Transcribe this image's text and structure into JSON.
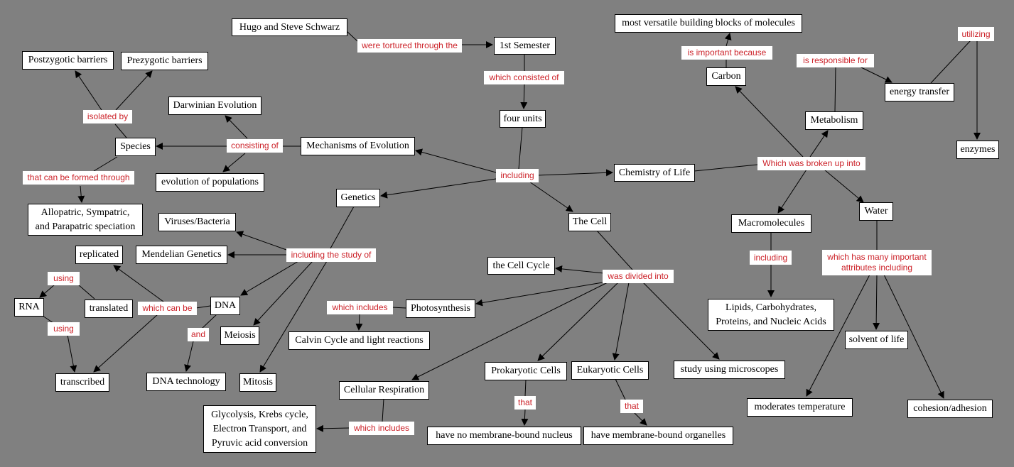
{
  "colors": {
    "background": "#808080",
    "concept_bg": "#ffffff",
    "link_text": "#cc2229"
  },
  "concepts": {
    "hugo": "Hugo and Steve Schwarz",
    "semester": "1st Semester",
    "four_units": "four units",
    "postzygotic": "Postzygotic barriers",
    "prezygotic": "Prezygotic barriers",
    "darwinian": "Darwinian Evolution",
    "species": "Species",
    "mechanisms": "Mechanisms of Evolution",
    "evolution_pop": "evolution of populations",
    "speciation": "Allopatric, Sympatric,\nand Parapatric speciation",
    "genetics": "Genetics",
    "viruses": "Viruses/Bacteria",
    "mendelian": "Mendelian Genetics",
    "replicated": "replicated",
    "rna": "RNA",
    "translated": "translated",
    "dna": "DNA",
    "meiosis": "Meiosis",
    "transcribed": "transcribed",
    "dna_tech": "DNA technology",
    "mitosis": "Mitosis",
    "chemistry": "Chemistry of Life",
    "cell": "The Cell",
    "cell_cycle": "the Cell Cycle",
    "photosynthesis": "Photosynthesis",
    "calvin": "Calvin Cycle and light reactions",
    "respiration": "Cellular Respiration",
    "glycolysis": "Glycolysis, Krebs cycle,\nElectron Transport, and\nPyruvic acid conversion",
    "prokaryotic": "Prokaryotic Cells",
    "eukaryotic": "Eukaryotic Cells",
    "no_nucleus": "have no membrane-bound nucleus",
    "organelles": "have membrane-bound organelles",
    "microscopes": "study using microscopes",
    "versatile": "most versatile building blocks of molecules",
    "carbon": "Carbon",
    "metabolism": "Metabolism",
    "energy": "energy transfer",
    "enzymes": "enzymes",
    "macromolecules": "Macromolecules",
    "water": "Water",
    "lipids": "Lipids, Carbohydrates,\nProteins, and Nucleic Acids",
    "solvent": "solvent of life",
    "moderates": "moderates temperature",
    "cohesion": "cohesion/adhesion"
  },
  "links": {
    "tortured": "were tortured through the",
    "consisted": "which consisted of",
    "isolated": "isolated by",
    "consisting": "consisting of",
    "formed": "that can be formed through",
    "including_main": "including",
    "study_of": "including the study of",
    "using_top": "using",
    "using_bottom": "using",
    "can_be": "which can be",
    "and": "and",
    "includes_photo": "which includes",
    "divided": "was divided into",
    "includes_resp": "which includes",
    "that_prok": "that",
    "that_euk": "that",
    "important": "is important because",
    "responsible": "is responsible for",
    "utilizing": "utilizing",
    "broken": "Which was broken up into",
    "including_macro": "including",
    "attributes": "which has many important\nattributes including"
  }
}
